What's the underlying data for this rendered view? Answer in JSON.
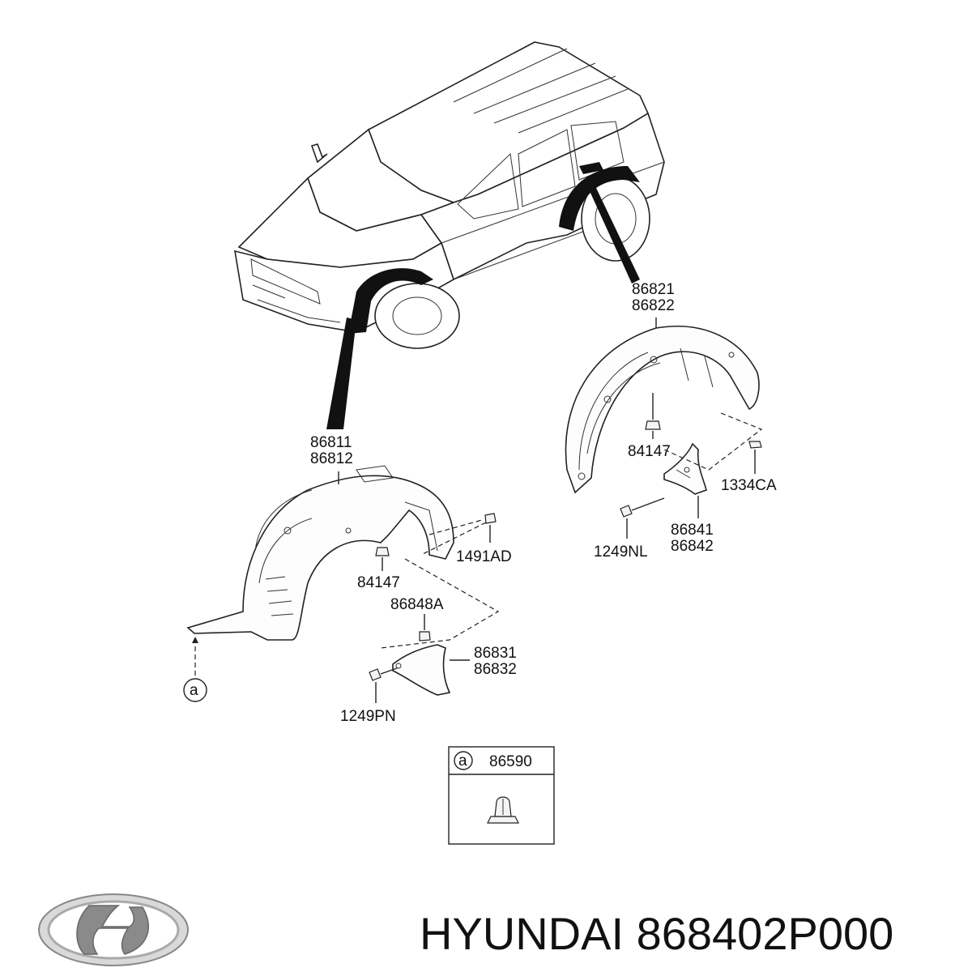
{
  "parts": {
    "front_liner": [
      "86811",
      "86812"
    ],
    "rear_liner": [
      "86821",
      "86822"
    ],
    "front_mudguard": [
      "86831",
      "86832"
    ],
    "rear_mudguard": [
      "86841",
      "86842"
    ],
    "nut_front": "84147",
    "nut_rear": "84147",
    "clip_front": "1491AD",
    "bracket": "86848A",
    "clip_rear": "1334CA",
    "screw_front": "1249PN",
    "screw_rear": "1249NL",
    "ref_marker": "a"
  },
  "legend_box": {
    "marker": "a",
    "part_number": "86590"
  },
  "caption": {
    "brand": "HYUNDAI",
    "part_number": "868402P000"
  }
}
